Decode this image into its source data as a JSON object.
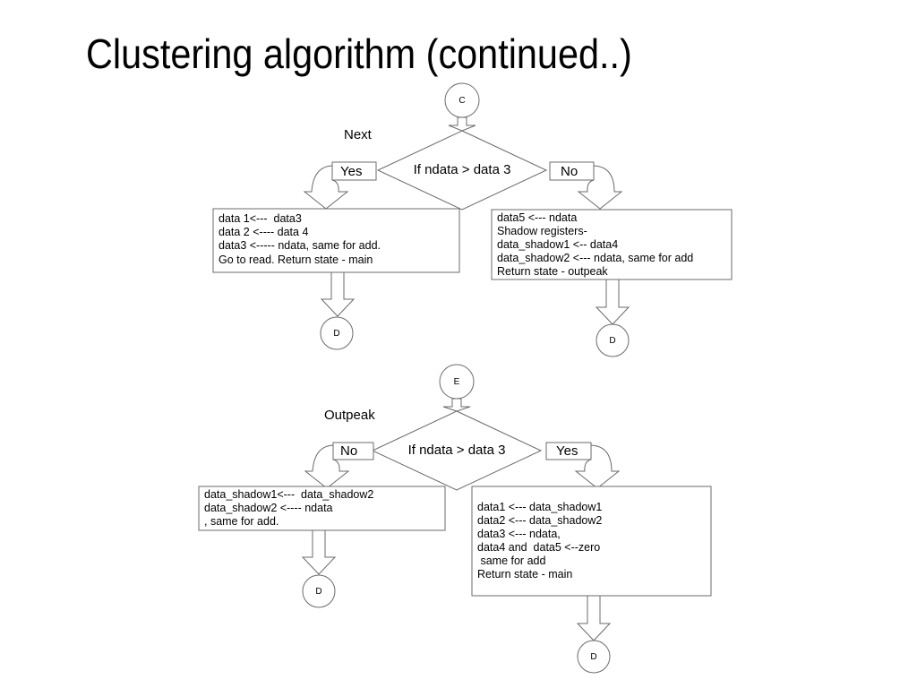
{
  "title": "Clustering algorithm (continued..)",
  "flow1": {
    "start_connector": "C",
    "state_label": "Next",
    "condition": "If ndata > data 3",
    "left_branch": "Yes",
    "right_branch": "No",
    "left_box": [
      "data 1<---  data3",
      "data 2 <---- data 4",
      "data3 <----- ndata, same for add.",
      "Go to read. Return state - main"
    ],
    "right_box": [
      "data5 <--- ndata",
      "Shadow registers-",
      "data_shadow1 <-- data4",
      "data_shadow2 <--- ndata, same for add",
      "Return state - outpeak"
    ],
    "left_end_connector": "D",
    "right_end_connector": "D"
  },
  "flow2": {
    "start_connector": "E",
    "state_label": "Outpeak",
    "condition": "If ndata > data 3",
    "left_branch": "No",
    "right_branch": "Yes",
    "left_box": [
      "data_shadow1<---  data_shadow2",
      "data_shadow2 <---- ndata",
      ", same for add."
    ],
    "right_box": [
      "data1 <--- data_shadow1",
      "data2 <--- data_shadow2",
      "data3 <--- ndata,",
      "data4 and  data5 <--zero",
      " same for add",
      "Return state - main"
    ],
    "left_end_connector": "D",
    "right_end_connector": "D"
  }
}
